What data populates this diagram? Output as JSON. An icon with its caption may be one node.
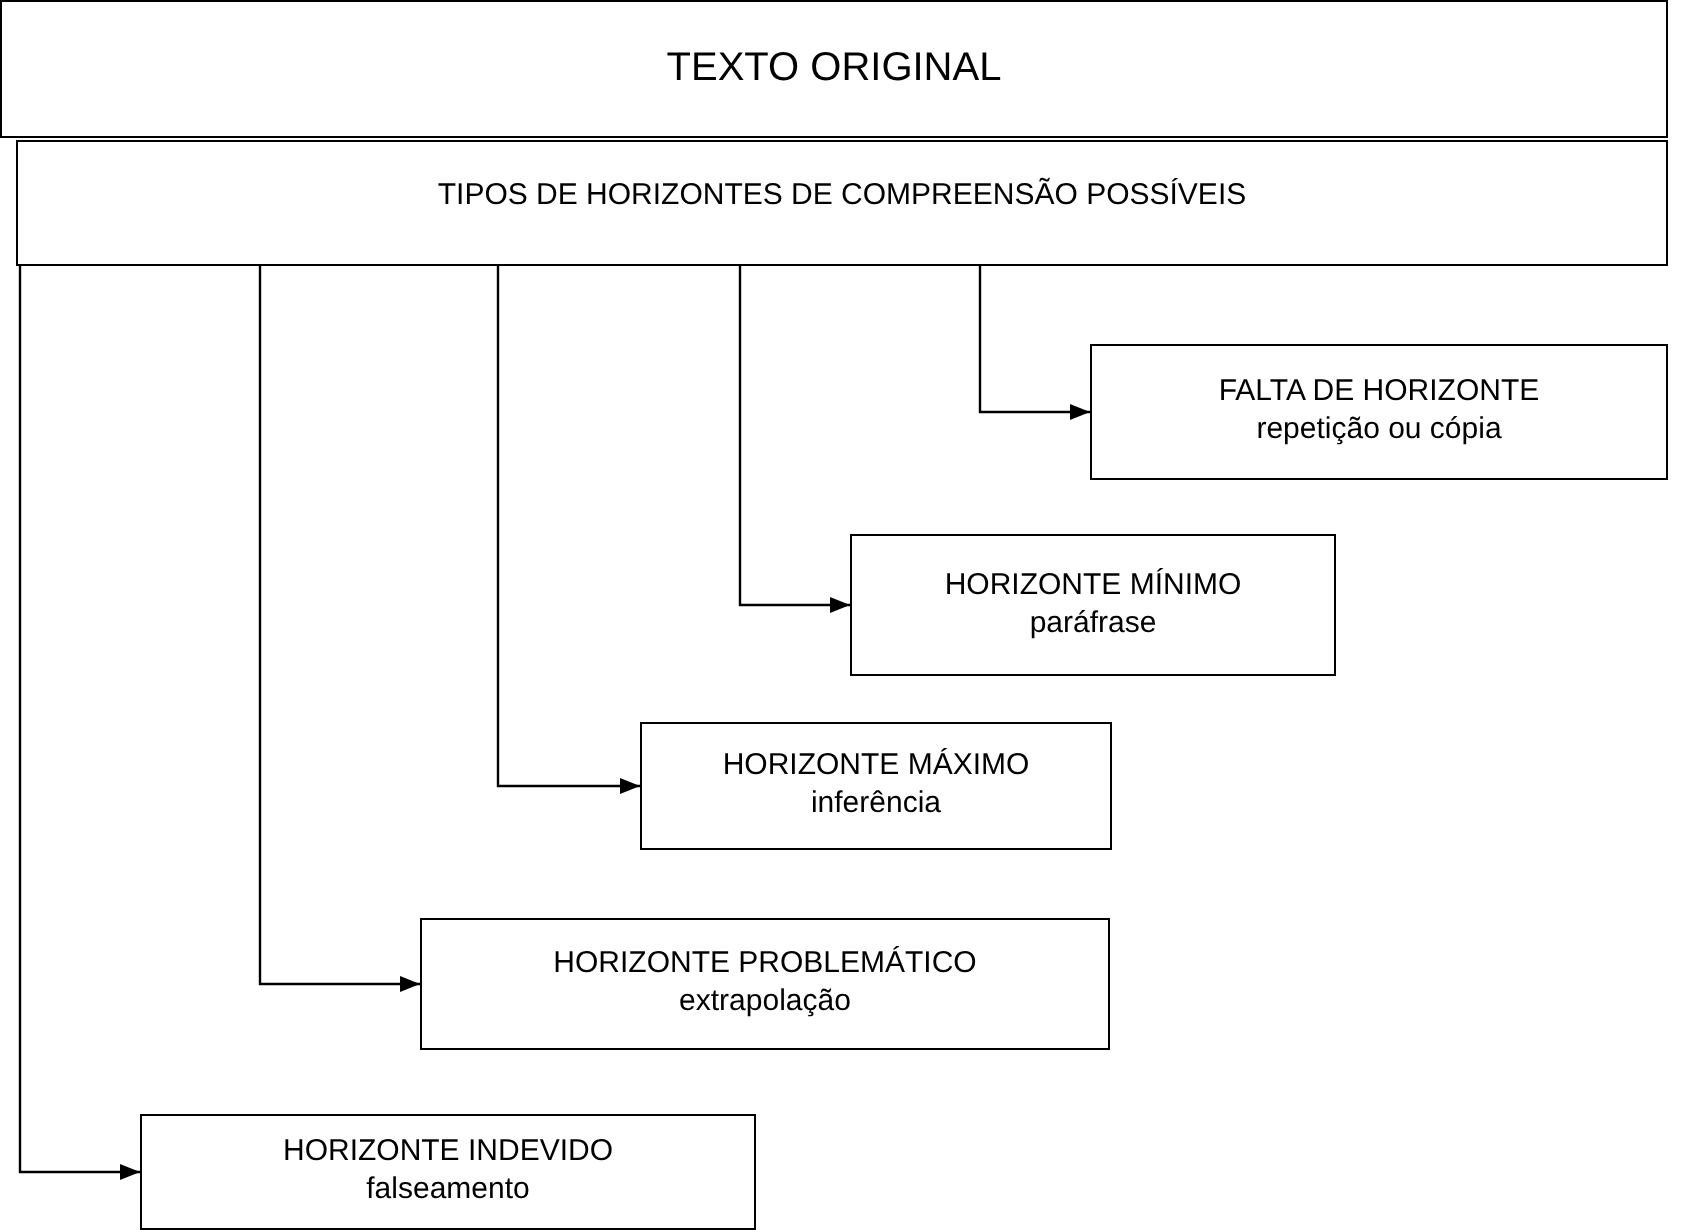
{
  "diagram": {
    "nodes": [
      {
        "text": [
          "TEXTO ORIGINAL"
        ]
      },
      {
        "text": [
          "TIPOS DE HORIZONTES DE COMPREENSÃO POSSÍVEIS"
        ]
      },
      {
        "text": [
          "FALTA DE HORIZONTE",
          "repetição ou cópia"
        ]
      },
      {
        "text": [
          "HORIZONTE MÍNIMO",
          "paráfrase"
        ]
      },
      {
        "text": [
          "HORIZONTE MÁXIMO",
          "inferência"
        ]
      },
      {
        "text": [
          "HORIZONTE PROBLEMÁTICO",
          "extrapolação"
        ]
      },
      {
        "text": [
          "HORIZONTE INDEVIDO",
          "falseamento"
        ]
      }
    ],
    "edges": [
      {
        "from": 1,
        "to": 2,
        "arrow": "to"
      },
      {
        "from": 1,
        "to": 3,
        "arrow": "to"
      },
      {
        "from": 1,
        "to": 4,
        "arrow": "to"
      },
      {
        "from": 1,
        "to": 5,
        "arrow": "to"
      },
      {
        "from": 1,
        "to": 6,
        "arrow": "to"
      }
    ]
  }
}
